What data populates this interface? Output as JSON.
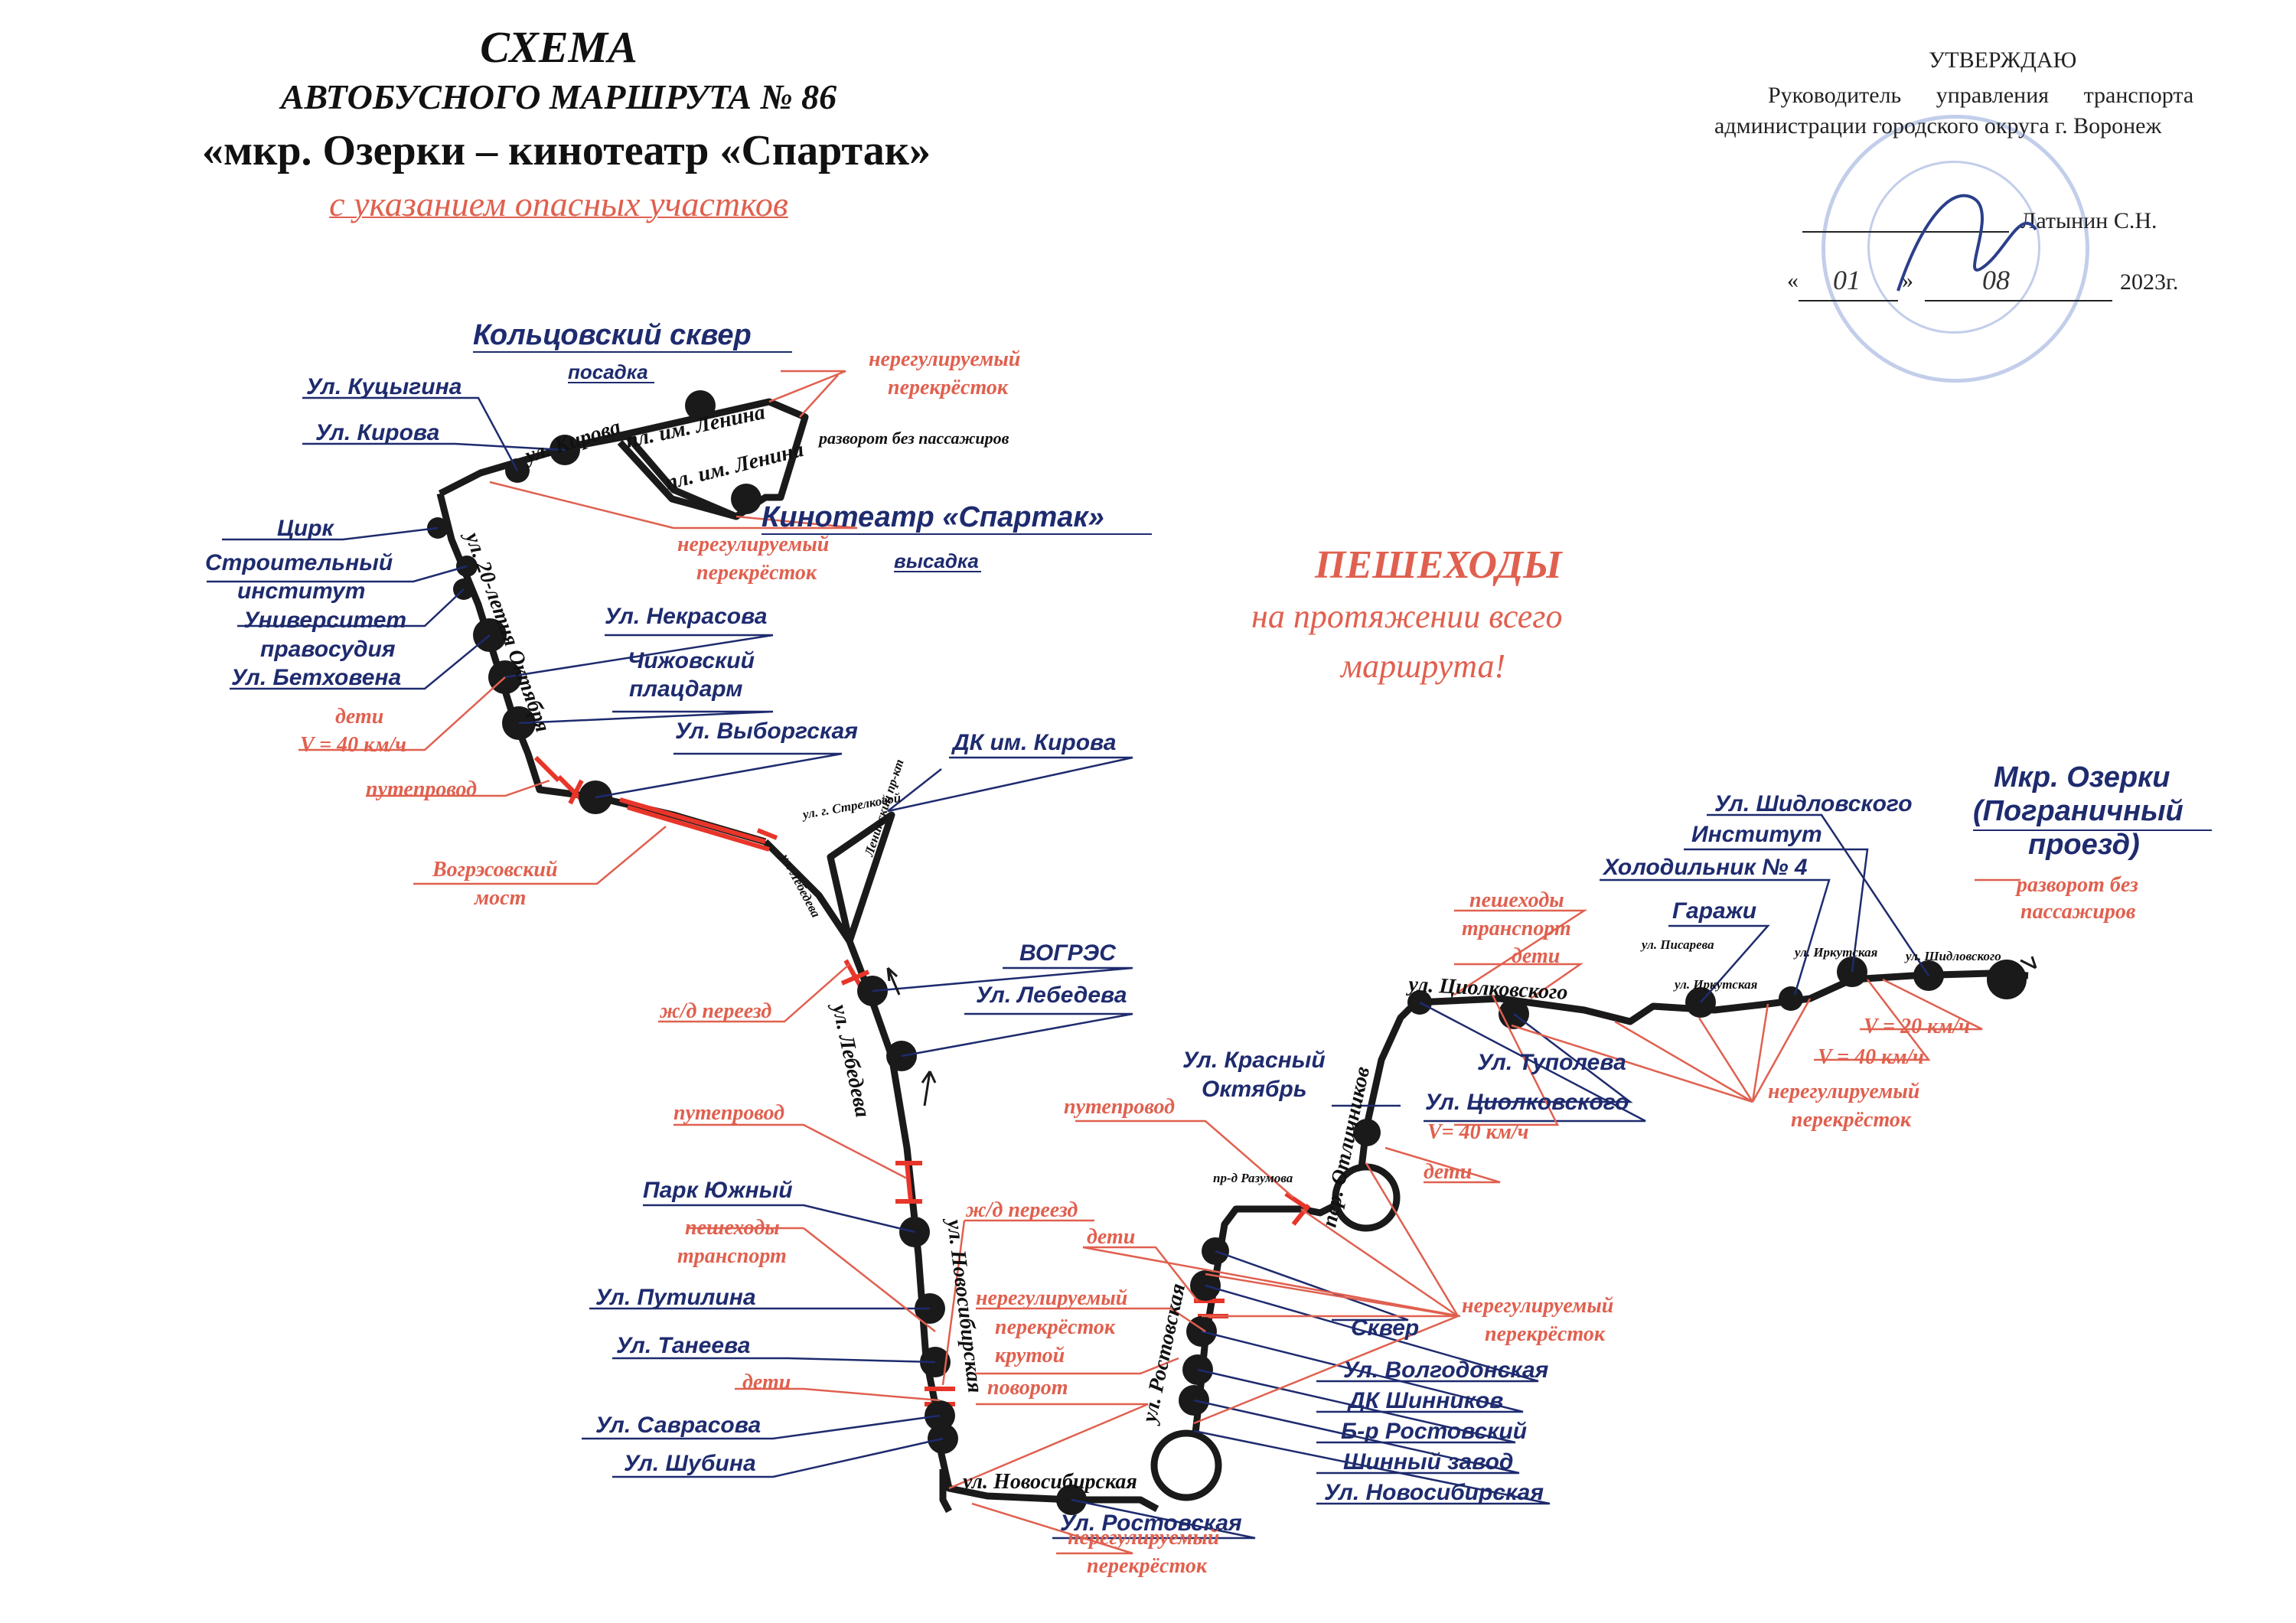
{
  "header": {
    "title": "СХЕМА",
    "route": "АВТОБУСНОГО МАРШРУТА № 86",
    "name": "«мкр. Озерки – кинотеатр «Спартак»",
    "subtitle": "с указанием опасных участков"
  },
  "approval": {
    "approve": "УТВЕРЖДАЮ",
    "line1": "Руководитель управления транспорта",
    "line2": "администрации городского округа г. Воронеж",
    "signer": "Латынин С.Н.",
    "date_prefix": "«",
    "day": "01",
    "date_mid": "»",
    "month": "08",
    "year": "2023г."
  },
  "pedestrians": {
    "title": "ПЕШЕХОДЫ",
    "line1": "на протяжении всего",
    "line2": "маршрута!"
  },
  "terminals": {
    "start_line1": "Мкр. Озерки",
    "start_line2": "(Пограничный",
    "start_line3": "проезд)",
    "start_note1": "разворот без",
    "start_note2": "пассажиров",
    "koltsov": "Кольцовский сквер",
    "koltsov_note": "посадка",
    "spartak": "Кинотеатр «Спартак»",
    "spartak_note": "высадка",
    "u_turn": "разворот без пассажиров"
  },
  "stops": {
    "kutsygina": "Ул. Куцыгина",
    "kirova": "Ул. Кирова",
    "tsirk": "Цирк",
    "stroit1": "Строительный",
    "stroit2": "институт",
    "univer1": "Университет",
    "univer2": "правосудия",
    "bethoven": "Ул. Бетховена",
    "nekrasova": "Ул. Некрасова",
    "chizh1": "Чижовский",
    "chizh2": "плацдарм",
    "vyborgskaya": "Ул. Выборгская",
    "dk_kirova": "ДК им. Кирова",
    "vogres": "ВОГРЭС",
    "lebedeva": "Ул. Лебедева",
    "park": "Парк Южный",
    "putilina": "Ул. Путилина",
    "taneeva": "Ул. Танеева",
    "savrasova": "Ул. Саврасова",
    "shubina": "Ул. Шубина",
    "rostovskaya": "Ул. Ростовская",
    "krasny1": "Ул. Красный",
    "krasny2": "Октябрь",
    "skver": "Сквер",
    "volgodonskaya": "Ул. Волгодонская",
    "dk_shinnikov": "ДК Шинников",
    "br_rostovsky": "Б-р Ростовский",
    "shinny": "Шинный завод",
    "novosibirskaya": "Ул. Новосибирская",
    "tupoleva": "Ул. Туполева",
    "tsiolkovskogo": "Ул. Циолковского",
    "shidlovskogo": "Ул. Шидловского",
    "institut": "Институт",
    "holod": "Холодильник № 4",
    "garazhi": "Гаражи"
  },
  "streets": {
    "kirova": "ул. Кирова",
    "lenina1": "пл. им. Ленина",
    "lenina2": "пл. им. Ленина",
    "oktyabrya": "ул. 20-летия Октября",
    "strelkovoy": "ул. г. Стрелковой",
    "lebedeva_sm": "ул. Лебедева",
    "leninsky": "Ленинский пр-кт",
    "lebedeva": "ул. Лебедева",
    "novosib_v": "ул. Новосибирская",
    "novosib_h": "ул. Новосибирская",
    "rostovskaya": "ул. Ростовская",
    "razumova": "пр-д Разумова",
    "otlichnikov": "пер. Отличников",
    "tsiolk": "ул. Циолковского",
    "pisareva": "ул. Писарева",
    "irkutskaya1": "ул. Иркутская",
    "irkutskaya2": "ул. Иркутская",
    "shidlovsk": "ул. Шидловского"
  },
  "dangers": {
    "unreg1": "нерегулируемый",
    "unreg2": "перекрёсток",
    "children": "дети",
    "speed40": "V = 40 км/ч",
    "speed40b": "V= 40 км/ч",
    "speed20": "V = 20 км/ч",
    "overpass": "путепровод",
    "bridge1": "Вогрэсовский",
    "bridge2": "мост",
    "rail": "ж/д переезд",
    "peds": "пешеходы",
    "transport": "транспорт",
    "steep": "крутой",
    "turn": "поворот"
  },
  "colors": {
    "route": "#1a1a1a",
    "danger": "#e0604f",
    "stop_label": "#1e2b6e",
    "hazard_mark": "#e8352a",
    "stamp": "#8fa6d9"
  }
}
